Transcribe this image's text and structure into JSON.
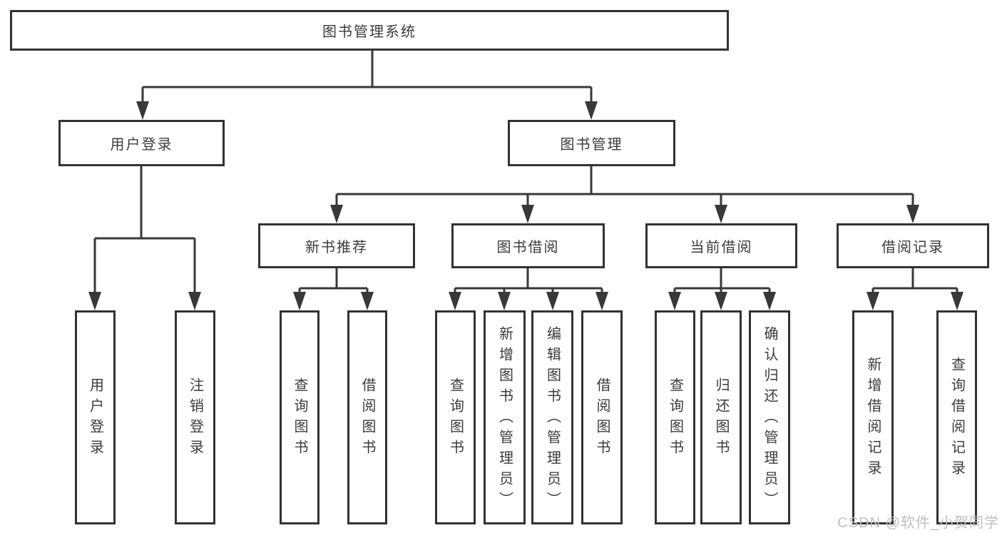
{
  "tree": {
    "label": "图书管理系统",
    "children": [
      {
        "label": "用户登录",
        "children": [
          {
            "label": "用户登录"
          },
          {
            "label": "注销登录"
          }
        ]
      },
      {
        "label": "图书管理",
        "children": [
          {
            "label": "新书推荐",
            "children": [
              {
                "label": "查询图书"
              },
              {
                "label": "借阅图书"
              }
            ]
          },
          {
            "label": "图书借阅",
            "children": [
              {
                "label": "查询图书"
              },
              {
                "label": "新增图书（管理员）"
              },
              {
                "label": "编辑图书（管理员）"
              },
              {
                "label": "借阅图书"
              }
            ]
          },
          {
            "label": "当前借阅",
            "children": [
              {
                "label": "查询图书"
              },
              {
                "label": "归还图书"
              },
              {
                "label": "确认归还（管理员）"
              }
            ]
          },
          {
            "label": "借阅记录",
            "children": [
              {
                "label": "新增借阅记录"
              },
              {
                "label": "查询借阅记录"
              }
            ]
          }
        ]
      }
    ]
  },
  "watermark": "CSDN @软件_小贺同学",
  "colors": {
    "line": "#383838",
    "border": "#323232",
    "text": "#3b3b3b",
    "watermark": "#bfbfbf",
    "background": "#ffffff"
  }
}
